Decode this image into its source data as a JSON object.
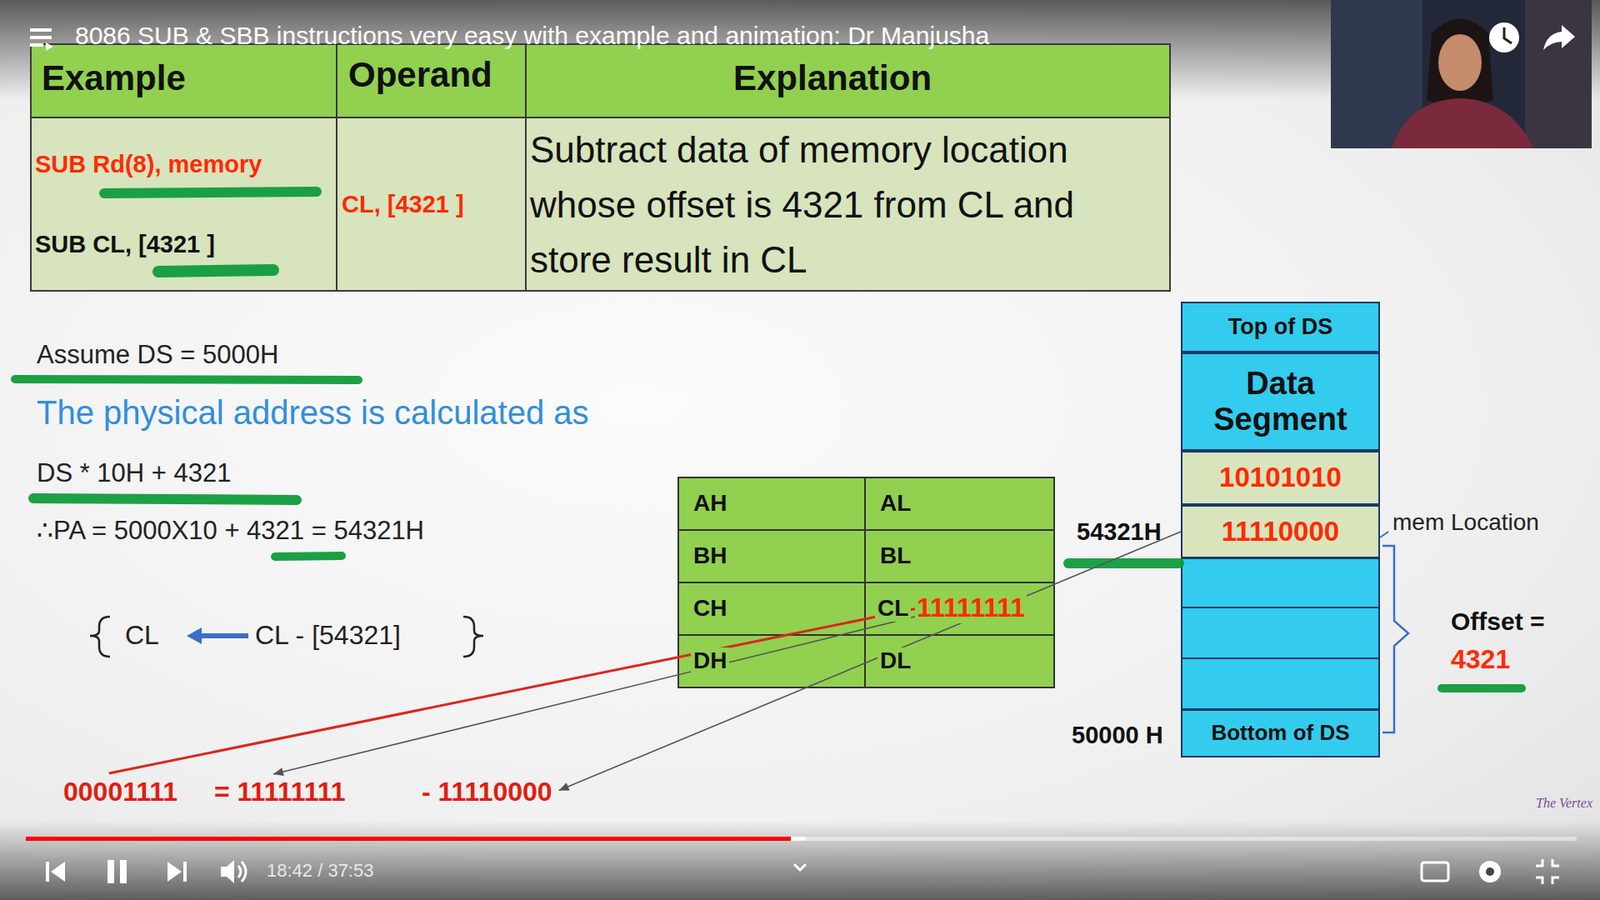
{
  "diagram": {
    "title": "8086 SUB & SBB instructions very easy with example and animation: Dr Manjusha",
    "nodes": [
      {
        "text": [
          "Top of DS"
        ]
      },
      {
        "text": [
          "Data Segment"
        ]
      },
      {
        "text": [
          "10101010"
        ]
      },
      {
        "text": [
          "11110000"
        ]
      },
      {
        "text": [
          "Bottom of DS"
        ]
      }
    ],
    "labels": [
      "Example",
      "Operand",
      "Explanation",
      "SUB Rd(8), memory",
      "SUB CL, [4321 ]",
      "CL, [4321 ]",
      "Subtract data of memory location whose offset is 4321 from CL and store result in CL",
      "Assume DS = 5000H",
      "The physical address is calculated as",
      "DS * 10H + 4321",
      "∴PA = 5000X10 + 4321 = 54321H",
      "CL",
      "CL - [54321]",
      "AH",
      "AL",
      "BH",
      "BL",
      "CH",
      "CL",
      "11111111",
      "DH",
      "DL",
      "54321H",
      "mem Location",
      "Offset =",
      "4321",
      "50000 H",
      "00001111",
      "= 11111111",
      "- 11110000",
      "The Vertex",
      "18:42 / 37:53"
    ]
  }
}
